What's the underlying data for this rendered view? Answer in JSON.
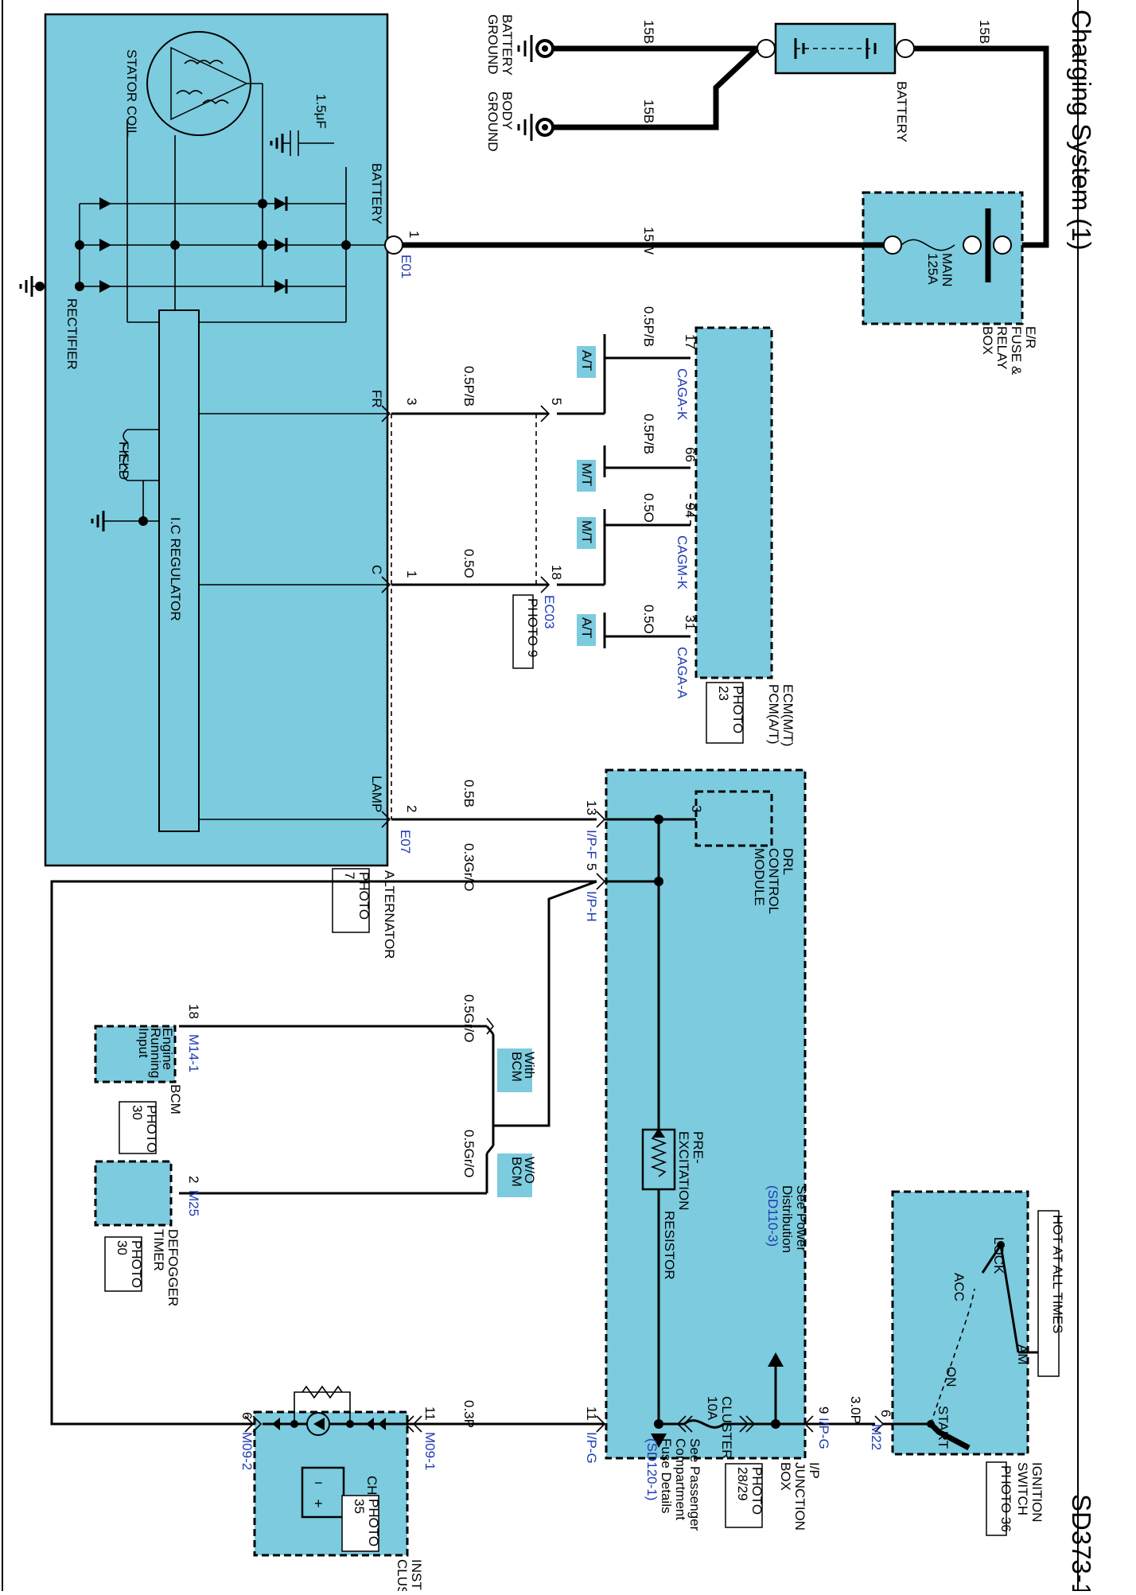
{
  "header": {
    "title": "Charging System (1)",
    "code": "SD373-1"
  },
  "components": {
    "battery_ground": [
      "BATTERY",
      "GROUND"
    ],
    "body_ground": [
      "BODY",
      "GROUND"
    ],
    "battery": "BATTERY",
    "er_box": [
      "E/R",
      "FUSE &",
      "RELAY",
      "BOX"
    ],
    "main_fuse": [
      "MAIN",
      "125A"
    ],
    "ecm": [
      "ECM(M/T)",
      "PCM(A/T)"
    ],
    "ecm_photo": [
      "PHOTO",
      "23"
    ],
    "alternator": "ALTERNATOR",
    "alternator_photo": [
      "PHOTO",
      "7"
    ],
    "stator_coil": "STATOR COIL",
    "capacitor": "1.5μF",
    "battery_terminal": "BATTERY",
    "rectifier": "RECTIFIER",
    "field": "FIELD",
    "ic_regulator": "I.C REGULATOR",
    "fr": "FR",
    "c": "C",
    "lamp": "LAMP",
    "photo9": "PHOTO 9",
    "drl": [
      "DRL",
      "CONTROL",
      "MODULE"
    ],
    "ip_box": [
      "I/P",
      "JUNCTION",
      "BOX"
    ],
    "ip_photo": [
      "PHOTO",
      "28/29"
    ],
    "pre_exc": [
      "PRE-",
      "EXCITATION",
      "RESISTOR"
    ],
    "see_power": [
      "See Power",
      "Distribution"
    ],
    "see_power_ref": "(SD110-3)",
    "cluster_fuse": [
      "CLUSTER",
      "10A"
    ],
    "see_pass": [
      "See Passenger",
      "Compartment",
      "Fuse Details"
    ],
    "see_pass_ref": "(SD120-1)",
    "ign": [
      "IGNITION",
      "SWITCH"
    ],
    "ign_photo": "PHOTO 36",
    "hot": "HOT AT ALL TIMES",
    "lock": "LOCK",
    "acc": "ACC",
    "on": "ON",
    "start": "START",
    "am": "AM",
    "bcm": "BCM",
    "bcm_photo": [
      "PHOTO",
      "30"
    ],
    "engine_running": [
      "Engine",
      "Running",
      "Input"
    ],
    "with_bcm": [
      "With",
      "BCM"
    ],
    "wo_bcm": [
      "W/O",
      "BCM"
    ],
    "defogger": [
      "DEFOGGER",
      "TIMER"
    ],
    "defogger_photo": [
      "PHOTO",
      "30"
    ],
    "instrument": [
      "INSTRUMENT",
      "CLUSTER"
    ],
    "instrument_photo": [
      "PHOTO",
      "35"
    ],
    "charge": "CHARGE",
    "at": "A/T",
    "mt": "M/T"
  },
  "wires": {
    "w15b_a": "15B",
    "w15b_b": "15B",
    "w15b_c": "15B",
    "w15w": "15W",
    "w05pb_a": "0.5P/B",
    "w05pb_b": "0.5P/B",
    "w05pb_c": "0.5P/B",
    "w05o_a": "0.5O",
    "w05o_b": "0.5O",
    "w05o_c": "0.5O",
    "w05b": "0.5B",
    "w03gro": "0.3Gr/O",
    "w05gro_a": "0.5Gr/O",
    "w05gro_b": "0.5Gr/O",
    "w03p": "0.3P",
    "w30p": "3.0P"
  },
  "connectors": {
    "e01": "E01",
    "e07": "E07",
    "ec03": "EC03",
    "caga_k": "CAGA-K",
    "cagm_k": "CAGM-K",
    "caga_a": "CAGA-A",
    "ipf": "I/P-F",
    "iph": "I/P-H",
    "ipg1": "I/P-G",
    "ipg2": "I/P-G",
    "m22": "M22",
    "m14": "M14-1",
    "m25": "M25",
    "m091": "M09-1",
    "m092": "M09-2"
  },
  "pins": {
    "p1": "1",
    "p3": "3",
    "p1b": "1",
    "p2": "2",
    "p5": "5",
    "p18": "18",
    "p17": "17",
    "p66": "66",
    "p94": "94",
    "p31": "31",
    "p13": "13",
    "p3b": "3",
    "p5b": "5",
    "p11": "11",
    "p9": "9",
    "p6": "6",
    "p18b": "18",
    "p2b": "2",
    "p11b": "11",
    "p6b": "6"
  }
}
